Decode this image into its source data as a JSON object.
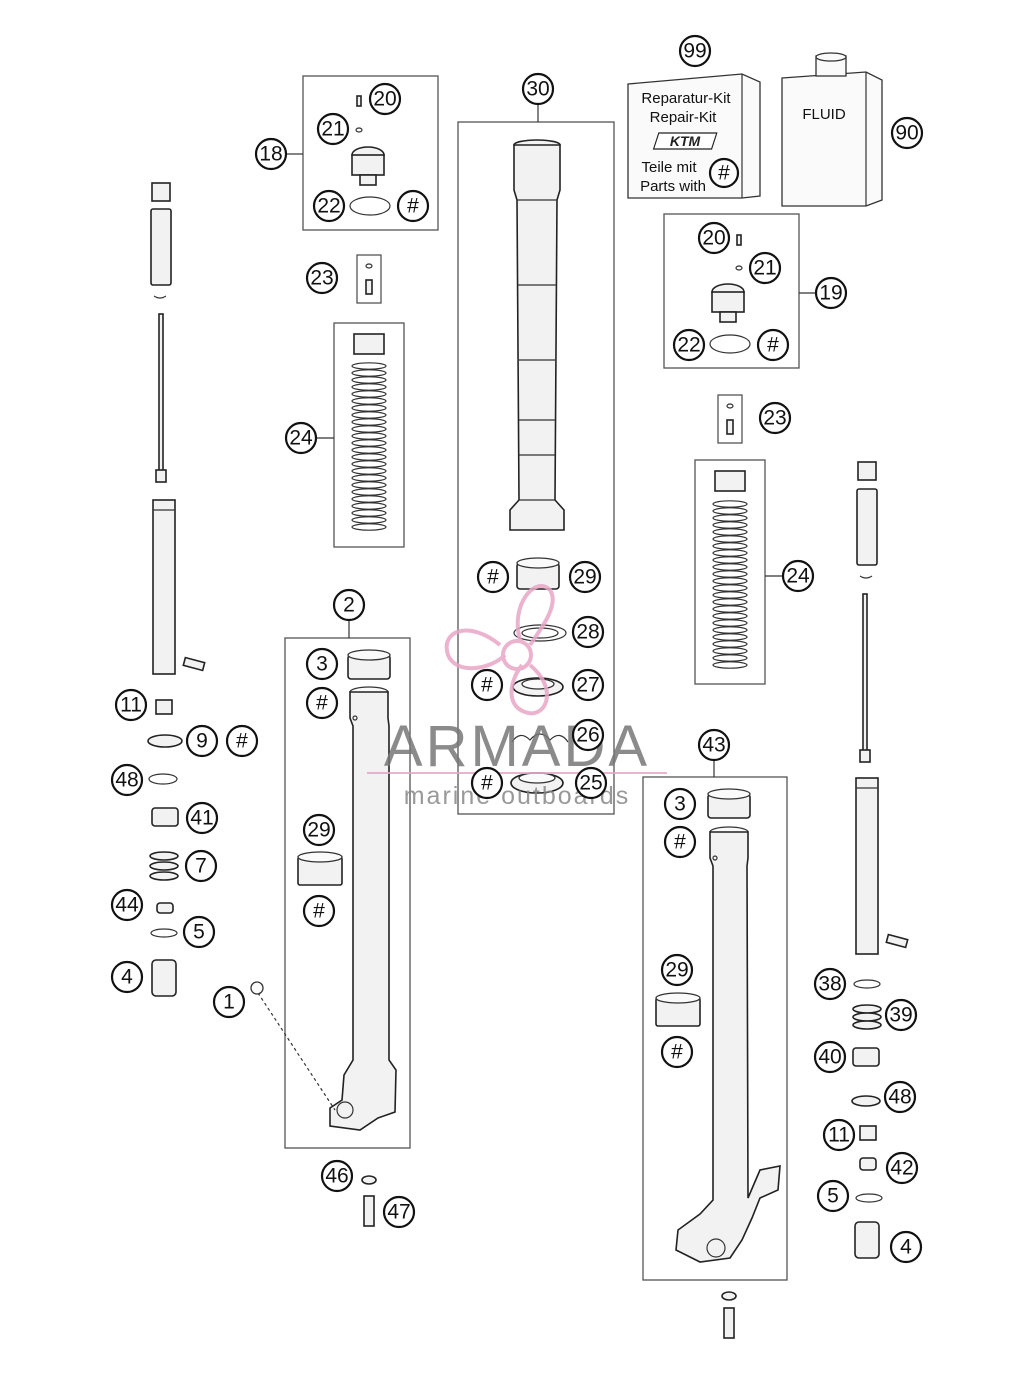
{
  "callouts": {
    "c99": "99",
    "c90": "90",
    "c30": "30",
    "c20a": "20",
    "c21a": "21",
    "c18": "18",
    "c22a": "22",
    "ha": "#",
    "c23a": "23",
    "c24a": "24",
    "c20b": "20",
    "c21b": "21",
    "c19": "19",
    "c22b": "22",
    "hb": "#",
    "c23b": "23",
    "c24b": "24",
    "hc": "#",
    "c29a": "29",
    "c28": "28",
    "hd": "#",
    "c27": "27",
    "c26": "26",
    "he": "#",
    "c25": "25",
    "c2": "2",
    "c3a": "3",
    "hf": "#",
    "c29b": "29",
    "hg": "#",
    "c11a": "11",
    "c9": "9",
    "hh": "#",
    "c48a": "48",
    "c41": "41",
    "c7": "7",
    "c44": "44",
    "c5a": "5",
    "c4a": "4",
    "c1": "1",
    "c46": "46",
    "c47": "47",
    "c43": "43",
    "c3b": "3",
    "hi": "#",
    "c29c": "29",
    "hj": "#",
    "c38": "38",
    "c39": "39",
    "c40": "40",
    "c48b": "48",
    "c11b": "11",
    "c42": "42",
    "c5b": "5",
    "c4b": "4"
  },
  "repair_kit_box": {
    "line1": "Reparatur-Kit",
    "line2": "Repair-Kit",
    "brand": "KTM",
    "line3": "Teile mit",
    "line4": "Parts with",
    "hash": "#"
  },
  "fluid_can": {
    "label": "FLUID"
  },
  "watermark": {
    "title": "ARMADA",
    "subtitle": "marine outboards",
    "accent_color": "#e8a6c6"
  }
}
